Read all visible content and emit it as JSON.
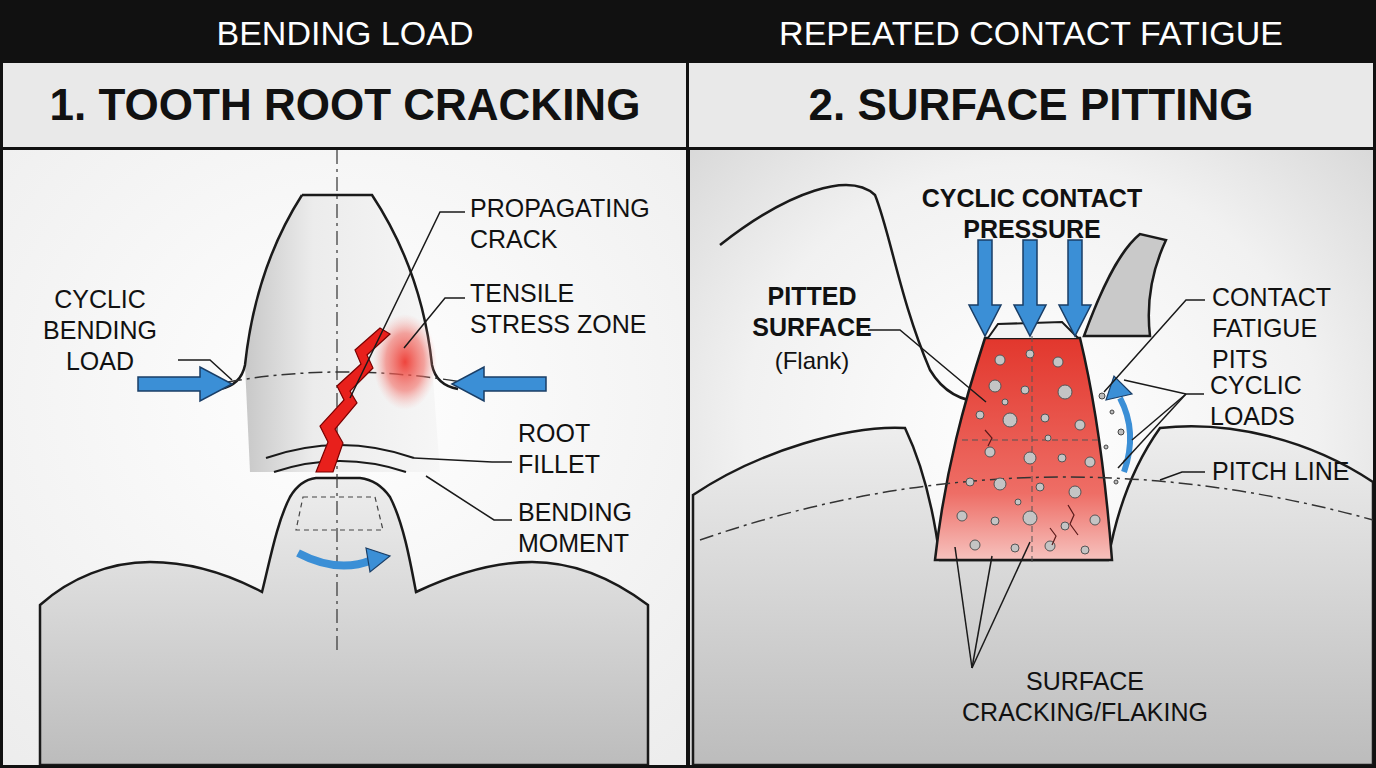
{
  "diagram": {
    "nodes": [
      {
        "text": [
          "BENDING LOAD",
          "1. TOOTH ROOT CRACKING"
        ]
      },
      {
        "text": [
          "REPEATED CONTACT FATIGUE",
          "2. SURFACE PITTING"
        ]
      }
    ],
    "labels": [
      "PROPAGATING CRACK",
      "CYCLIC BENDING LOAD",
      "TENSILE STRESS ZONE",
      "ROOT FILLET",
      "BENDING MOMENT",
      "CYCLIC CONTACT PRESSURE",
      "PITTED SURFACE",
      "(Flank)",
      "CONTACT FATIGUE PITS",
      "CYCLIC LOADS",
      "PITCH LINE",
      "SURFACE CRACKING/FLAKING"
    ]
  }
}
